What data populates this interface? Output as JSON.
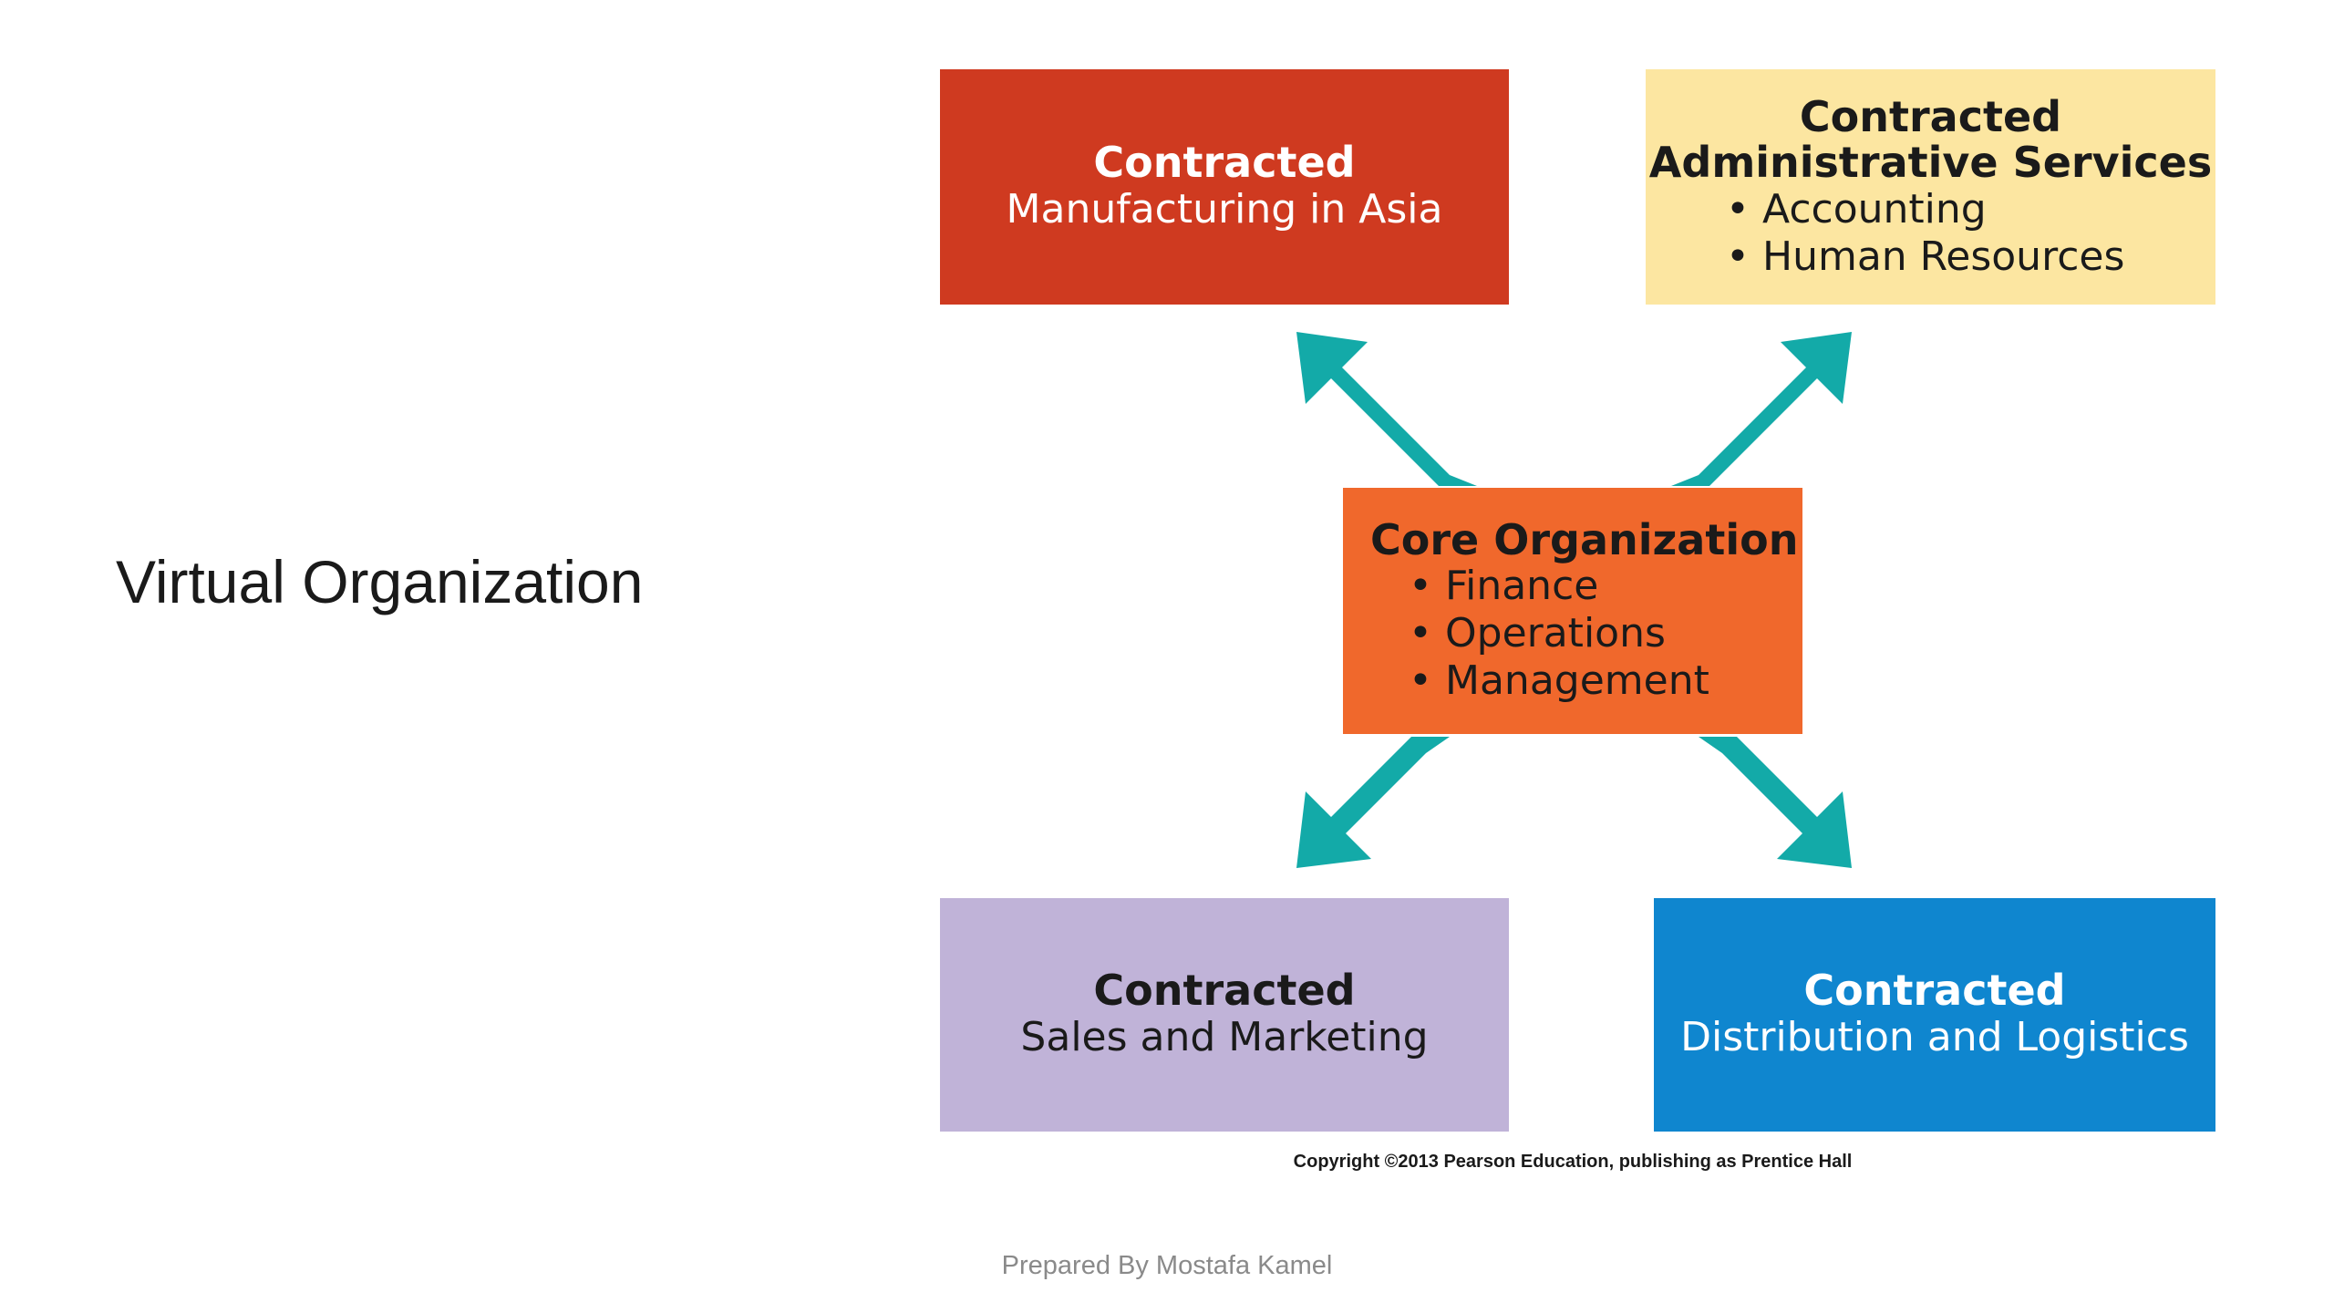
{
  "slide": {
    "title": "Virtual Organization",
    "footer": "Prepared By Mostafa Kamel",
    "copyright": "Copyright ©2013 Pearson Education, publishing as Prentice Hall"
  },
  "diagram": {
    "arrow_color": "#13aaa8",
    "boxes": {
      "manufacturing": {
        "heading": "Contracted",
        "sub": "Manufacturing in Asia",
        "color": "#cf3a20"
      },
      "admin": {
        "heading1": "Contracted",
        "heading2": "Administrative Services",
        "items": [
          "Accounting",
          "Human Resources"
        ],
        "color": "#fce6a1"
      },
      "core": {
        "heading": "Core Organization",
        "items": [
          "Finance",
          "Operations",
          "Management"
        ],
        "color": "#f0682c"
      },
      "sales": {
        "heading": "Contracted",
        "sub": "Sales and Marketing",
        "color": "#c0b3d8"
      },
      "distribution": {
        "heading": "Contracted",
        "sub": "Distribution and Logistics",
        "color": "#0f86cf"
      }
    }
  }
}
